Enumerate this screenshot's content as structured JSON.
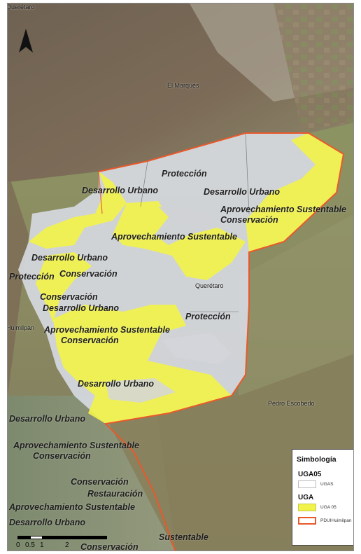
{
  "colors": {
    "uga05_fill": "#dadde6",
    "uga_fill": "#f1f24a",
    "boundary": "#e8592c",
    "satellite_dark": "#6d5c49",
    "satellite_green": "#8e9a6a"
  },
  "north_arrow": {
    "icon": "north-arrow-icon"
  },
  "places": {
    "queretaro_top": "Querétaro",
    "el_marques": "El Marqués",
    "queretaro_mid": "Querétaro",
    "huimilpan": "Huimilpan",
    "pedro_escobedo": "Pedro Escobedo"
  },
  "zones": {
    "proteccion_1": "Protección",
    "desarrollo_1": "Desarrollo Urbano",
    "desarrollo_2": "Desarrollo Urbano",
    "aprovechamiento_1": "Aprovechamiento Sustentable",
    "conservacion_1": "Conservación",
    "aprovechamiento_2": "Aprovechamiento Sustentable",
    "desarrollo_3": "Desarrollo Urbano",
    "proteccion_2": "Protección",
    "conservacion_2": "Conservación",
    "conservacion_3": "Conservación",
    "desarrollo_4": "Desarrollo Urbano",
    "proteccion_3": "Protección",
    "aprovechamiento_3": "Aprovechamiento Sustentable",
    "conservacion_4": "Conservación",
    "desarrollo_5": "Desarrollo Urbano",
    "desarrollo_6": "Desarrollo Urbano",
    "aprovechamiento_4": "Aprovechamiento Sustentable",
    "conservacion_5": "Conservación",
    "conservacion_6": "Conservación",
    "restauracion_1": "Restauración",
    "aprovechamiento_5": "Aprovechamiento Sustentable",
    "desarrollo_7": "Desarrollo Urbano",
    "sustentable_bottom": "Sustentable",
    "conservacion_7": "Conservación"
  },
  "scale": {
    "ticks": [
      "0",
      "0.5",
      "1",
      "2"
    ]
  },
  "legend": {
    "title": "Simbología",
    "group1": "UGA05",
    "item1": "UGAS",
    "group2": "UGA",
    "item2": "UGA 05",
    "item3": "PDUIHuimilpan"
  }
}
